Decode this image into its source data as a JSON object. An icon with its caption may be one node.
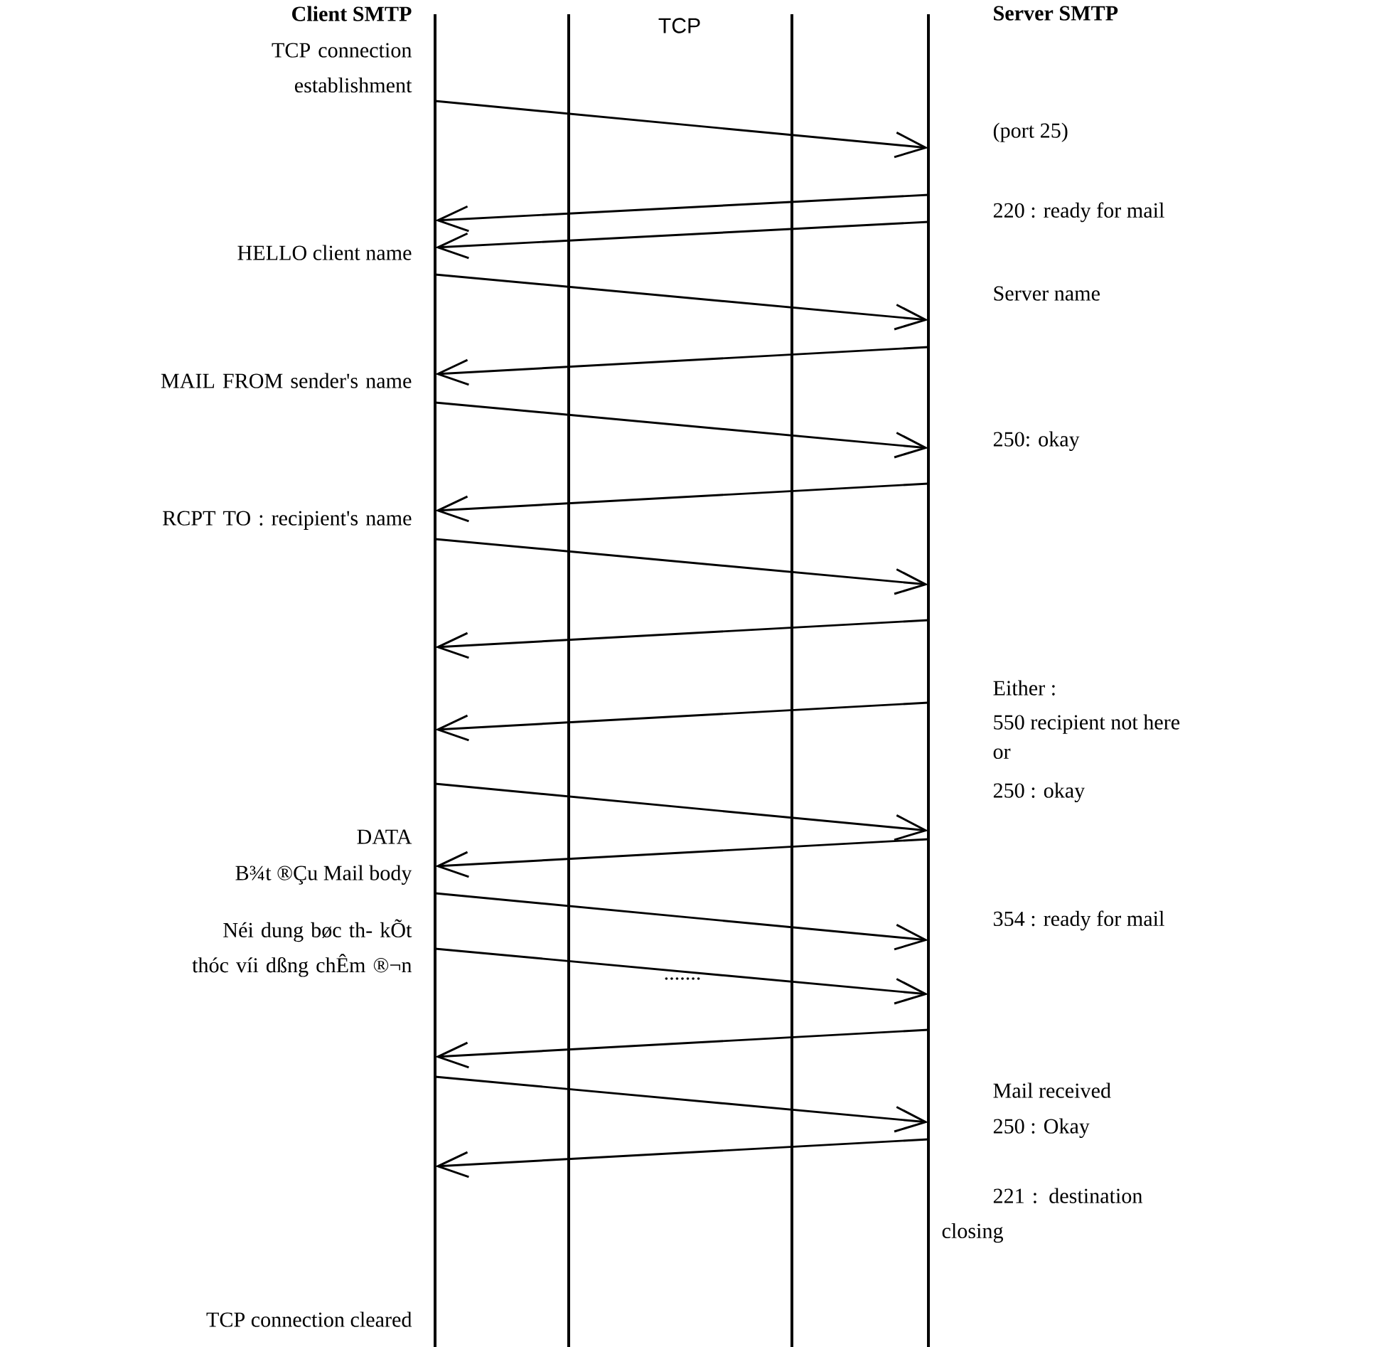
{
  "diagram": {
    "nodes": [
      {
        "text": [
          "Client SMTP"
        ]
      },
      {
        "text": [
          "Server SMTP"
        ]
      }
    ],
    "edges": [
      {
        "from": 0,
        "to": 1,
        "arrow": "to"
      },
      {
        "from": 1,
        "to": 0,
        "arrow": "to"
      },
      {
        "from": 1,
        "to": 0,
        "arrow": "to"
      },
      {
        "from": 0,
        "to": 1,
        "arrow": "to"
      },
      {
        "from": 1,
        "to": 0,
        "arrow": "to"
      },
      {
        "from": 0,
        "to": 1,
        "arrow": "to"
      },
      {
        "from": 1,
        "to": 0,
        "arrow": "to"
      },
      {
        "from": 0,
        "to": 1,
        "arrow": "to"
      },
      {
        "from": 1,
        "to": 0,
        "arrow": "to"
      },
      {
        "from": 1,
        "to": 0,
        "arrow": "to"
      },
      {
        "from": 0,
        "to": 1,
        "arrow": "to"
      },
      {
        "from": 1,
        "to": 0,
        "arrow": "to"
      },
      {
        "from": 0,
        "to": 1,
        "arrow": "to"
      },
      {
        "from": 0,
        "to": 1,
        "arrow": "to"
      },
      {
        "from": 1,
        "to": 0,
        "arrow": "to"
      },
      {
        "from": 0,
        "to": 1,
        "arrow": "to"
      },
      {
        "from": 1,
        "to": 0,
        "arrow": "to"
      }
    ],
    "labels": [
      "TCP",
      "TCP connection establishment",
      "(port 25)",
      "220 : ready for mail",
      "HELLO client name",
      "Server name",
      "MAIL FROM sender's name",
      "250: okay",
      "RCPT TO : recipient's name",
      "Either :",
      "550 recipient not here",
      "or",
      "250 : okay",
      "DATA",
      "B¾t ®Çu Mail body",
      "354 : ready for mail",
      "Néi dung bøc th- kÕt thóc víi dßng chÊm ®¬n",
      ".......",
      "Mail received",
      "250 : Okay",
      "221 : destination closing",
      "TCP connection cleared"
    ]
  }
}
